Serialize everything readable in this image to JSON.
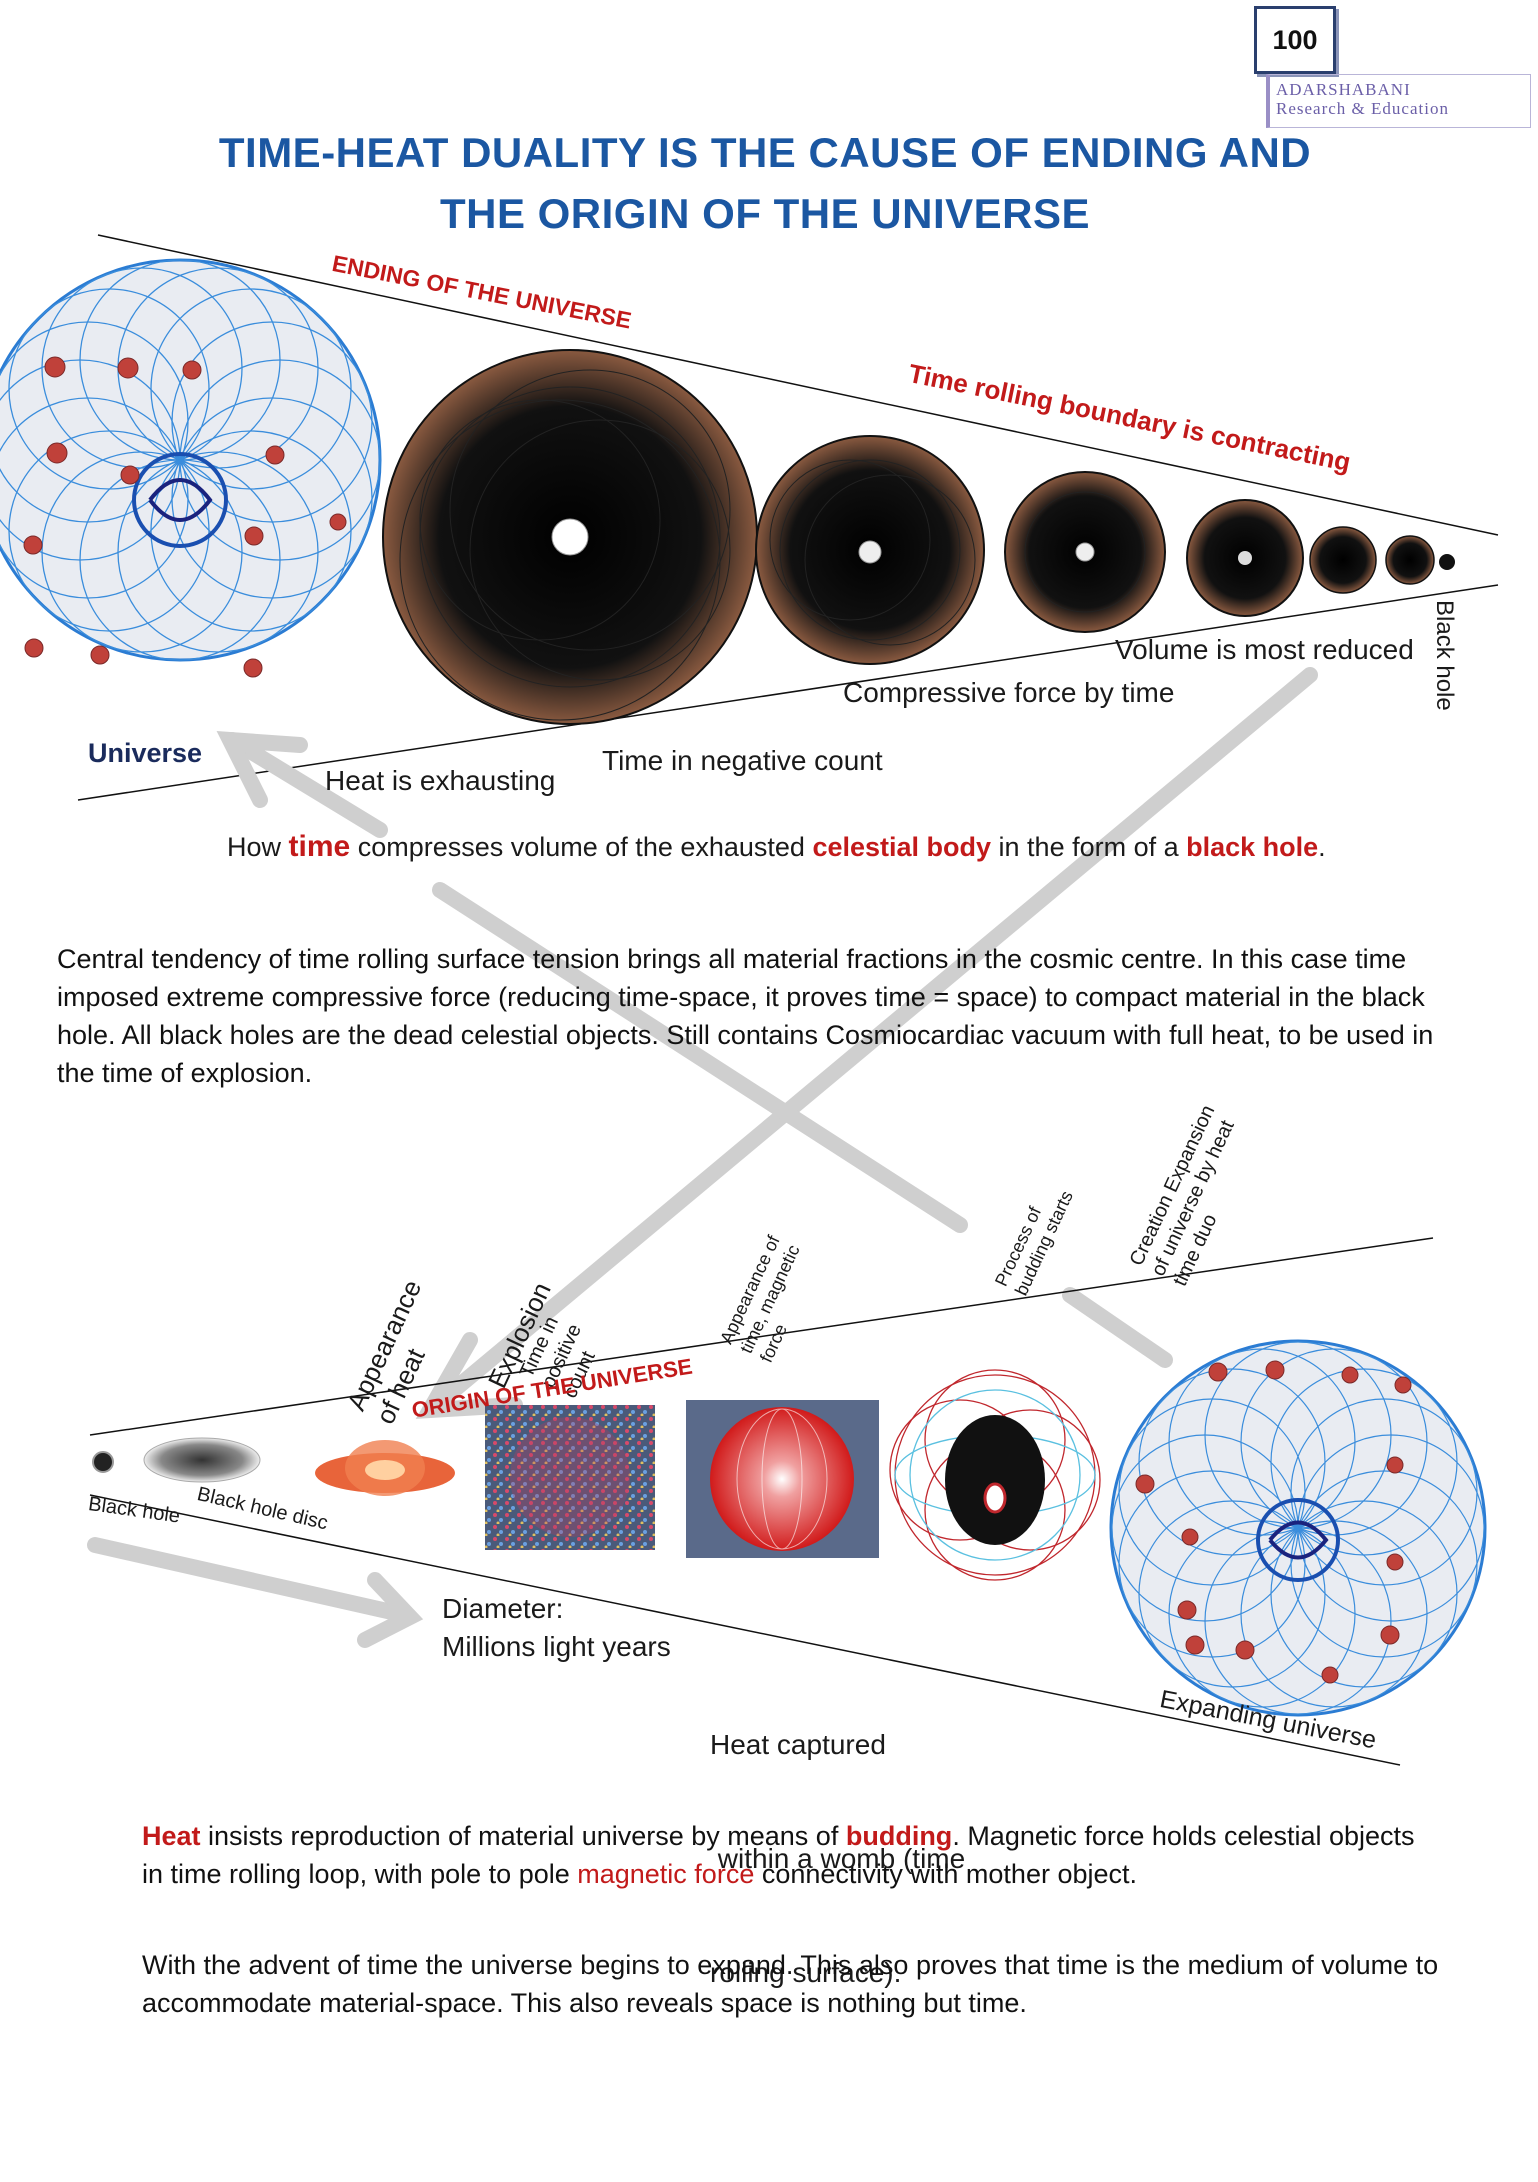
{
  "page_number": "100",
  "logo": {
    "line1": "ADARSHABANI",
    "line2": "Research & Education"
  },
  "title": {
    "line1": "TIME-HEAT DUALITY IS THE CAUSE OF ENDING AND",
    "line2": "THE ORIGIN OF THE UNIVERSE"
  },
  "ending_section": {
    "heading": "ENDING OF THE UNIVERSE",
    "boundary_label": "Time rolling boundary is contracting",
    "labels": {
      "universe": "Universe",
      "heat_exhausting": "Heat is exhausting",
      "time_negative": "Time in negative count",
      "compressive_force": "Compressive force by time",
      "volume_reduced": "Volume is most reduced",
      "black_hole": "Black hole"
    },
    "caption": {
      "p1": "How ",
      "time": "time",
      "p2": " compresses volume of the exhausted ",
      "celestial": "celestial body",
      "p3": " in the form of a ",
      "black_hole": "black hole",
      "p4": "."
    }
  },
  "paragraph1": "Central tendency of time rolling surface tension brings all material fractions in the cosmic centre. In this case time imposed extreme compressive force (reducing time-space, it proves time = space) to compact material in the black hole. All black holes are the dead celestial objects.  Still  contains Cosmiocardiac vacuum with full heat, to be used in the time of explosion.",
  "origin_section": {
    "heading": "ORIGIN OF THE UNIVERSE",
    "stage_labels": {
      "appearance_heat": "Appearance of heat",
      "explosion": "Explosion",
      "time_positive": "Time in positive count",
      "appearance_time": "Appearance of time, magnetic force",
      "budding": "Process of budding starts",
      "creation": "Creation Expansion of universe by heat time duo"
    },
    "labels": {
      "black_hole": "Black hole",
      "black_hole_disc": "Black hole disc",
      "diameter_l1": "Diameter:",
      "diameter_l2": "Millions light years",
      "heat_l1": "Heat captured",
      "heat_l2": " within a womb (time",
      "heat_l3": "rolling surface).",
      "expanding": "Expanding universe"
    }
  },
  "paragraph2": {
    "heat": "Heat",
    "t1": " insists reproduction of material universe by means of ",
    "budding": "budding",
    "t2": ". Magnetic force holds celestial objects in time rolling loop, with pole to pole ",
    "magnetic": "magnetic force",
    "t3": " connectivity with mother object."
  },
  "paragraph3": "With the advent of time the universe begins to expand. This also proves that time is the medium of volume to accommodate material-space. This also reveals space is nothing but time.",
  "colors": {
    "title_blue": "#1b57a2",
    "accent_red": "#c21a1a",
    "navy": "#1a2b5c"
  }
}
